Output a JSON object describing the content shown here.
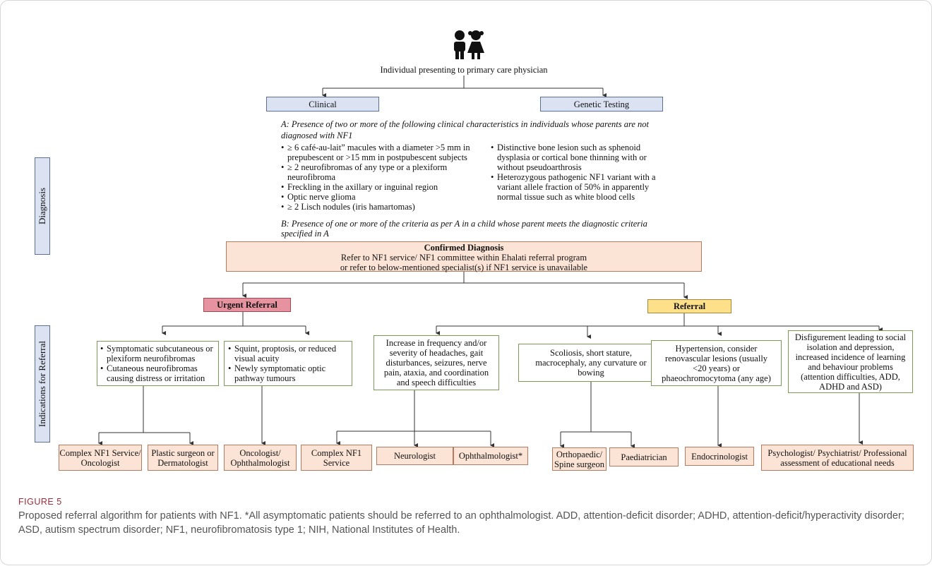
{
  "top": {
    "icon": "children-icon",
    "presenting": "Individual presenting to primary care physician"
  },
  "branches": {
    "clinical": "Clinical",
    "genetic": "Genetic Testing"
  },
  "criteria": {
    "a_intro": "A: Presence of two or more of the following clinical characteristics in individuals whose parents are not diagnosed with NF1",
    "left_list": [
      "≥ 6 café-au-lait” macules with a diameter >5 mm in prepubescent or >15 mm in postpubescent subjects",
      "≥ 2 neurofibromas of any type or a plexiform neurofibroma",
      "Freckling in the axillary or inguinal region",
      "Optic nerve glioma",
      "≥ 2 Lisch nodules (iris hamartomas)"
    ],
    "right_list": [
      "Distinctive bone lesion such as sphenoid dysplasia or cortical bone thinning with or without pseudoarthrosis",
      "Heterozygous pathogenic NF1 variant with a variant allele fraction of 50% in apparently normal tissue such as white blood cells"
    ],
    "b_text": "B: Presence of one or more of the criteria as per A in a child whose parent meets the diagnostic criteria specified in A"
  },
  "side_labels": {
    "diagnosis": "Diagnosis",
    "indications": "Indications for Referral"
  },
  "confirmed": {
    "title": "Confirmed Diagnosis",
    "line1": "Refer to NF1 service/ NF1 committee within Ehalati referral program",
    "line2": "or refer to below-mentioned specialist(s) if NF1 service is unavailable"
  },
  "referral_types": {
    "urgent": "Urgent Referral",
    "referral": "Referral"
  },
  "colors": {
    "urgent_fill": "#e6939f",
    "referral_fill": "#ffe08a",
    "blue_fill": "#dbe3f3",
    "peach_fill": "#fbe4d5",
    "green_border": "#7a9a55",
    "caption_label": "#9a2c3b"
  },
  "indications": {
    "urgent1": [
      "Symptomatic subcutaneous or plexiform neurofibromas",
      "Cutaneous neurofibromas causing distress or irritation"
    ],
    "urgent2": [
      "Squint, proptosis, or reduced visual acuity",
      "Newly symptomatic optic pathway tumours"
    ],
    "headaches": "Increase in frequency and/or severity of headaches, gait disturbances, seizures, nerve pain, ataxia, and coordination and speech difficulties",
    "scoliosis": "Scoliosis, short stature, macrocephaly, any curvature or bowing",
    "hypertension": "Hypertension, consider renovascular lesions (usually <20 years) or phaeochromocytoma (any age)",
    "disfigurement": "Disfigurement leading to social isolation and depression, increased incidence of learning and behaviour problems (attention difficulties, ADD, ADHD and ASD)"
  },
  "specialists": {
    "complex_onc": "Complex NF1 Service/ Oncologist",
    "plastic": "Plastic surgeon or Dermatologist",
    "onc_oph": "Oncologist/ Ophthalmologist",
    "complex_service": "Complex NF1 Service",
    "neurologist": "Neurologist",
    "ophthalmologist": "Ophthalmologist*",
    "ortho": "Orthopaedic/ Spine surgeon",
    "paediatrician": "Paediatrician",
    "endocrinologist": "Endocrinologist",
    "psych": "Psychologist/ Psychiatrist/ Professional assessment of educational needs"
  },
  "caption": {
    "label": "FIGURE 5",
    "text": "Proposed referral algorithm for patients with NF1. *All asymptomatic patients should be referred to an ophthalmologist. ADD, attention-deficit disorder; ADHD, attention-deficit/hyperactivity disorder; ASD, autism spectrum disorder; NF1, neurofibromatosis type 1; NIH, National Institutes of Health."
  }
}
